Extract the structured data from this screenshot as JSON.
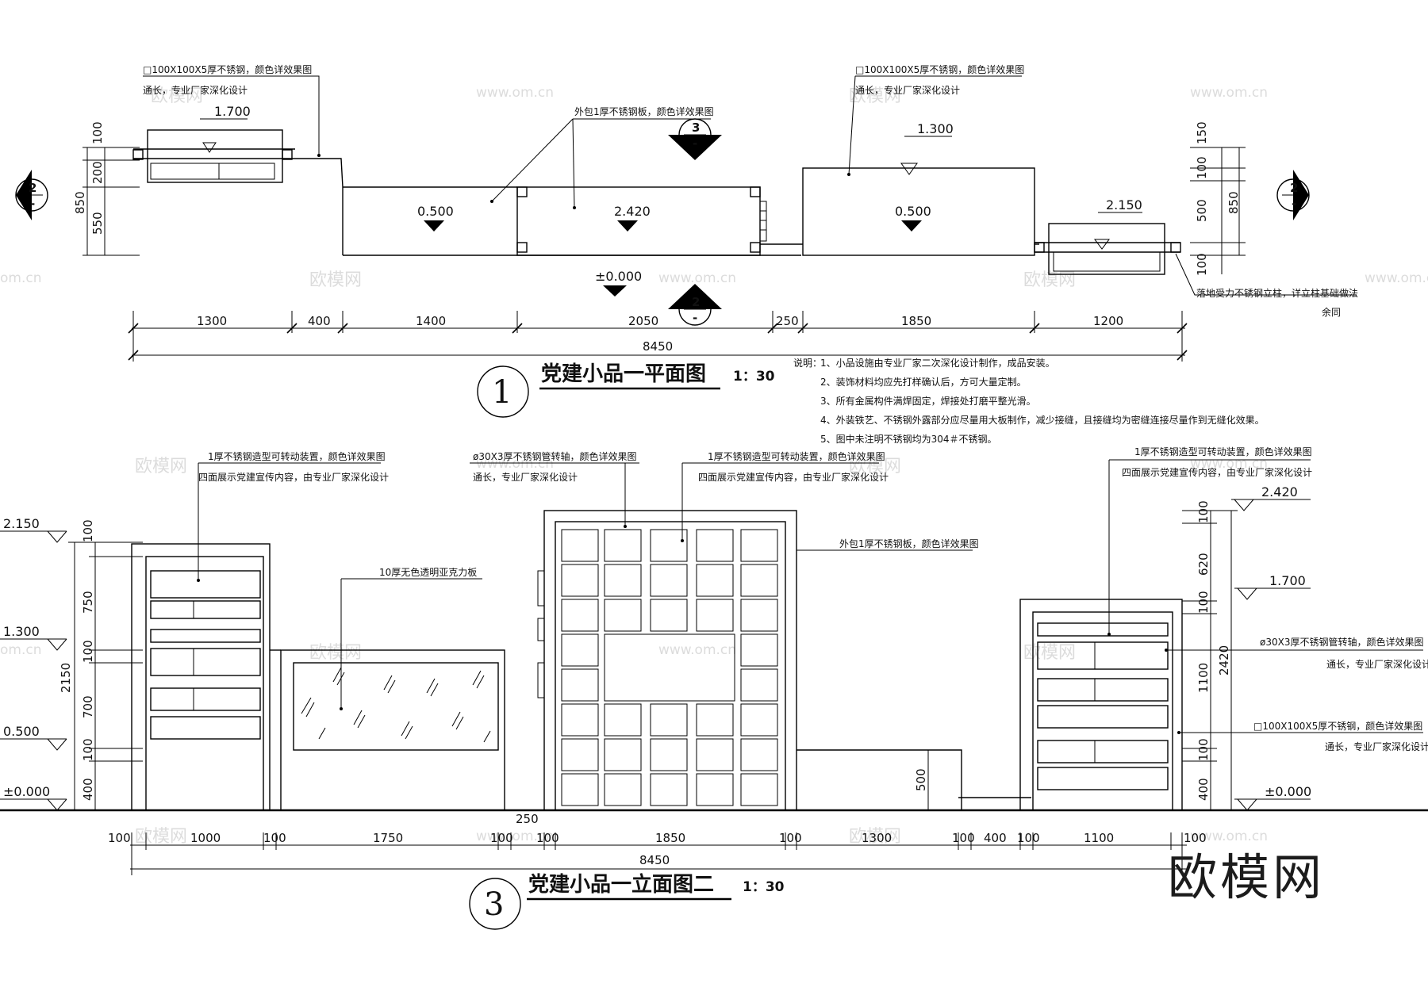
{
  "plan": {
    "title": "党建小品一平面图",
    "scale": "1：30",
    "number": "1",
    "notes_label": "说明：",
    "notes": [
      "1、小品设施由专业厂家二次深化设计制作，成品安装。",
      "2、装饰材料均应先打样确认后，方可大量定制。",
      "3、所有金属构件满焊固定，焊接处打磨平整光滑。",
      "4、外装铁艺、不锈钢外露部分应尽量用大板制作，减少接缝，且接缝均为密缝连接尽量作到无缝化效果。",
      "5、图中未注明不锈钢均为304＃不锈钢。"
    ],
    "annotations": {
      "steel_left_1": "□100X100X5厚不锈钢，颜色详效果图",
      "steel_left_2": "通长，专业厂家深化设计",
      "steel_right_1": "□100X100X5厚不锈钢，颜色详效果图",
      "steel_right_2": "通长，专业厂家深化设计",
      "cladding": "外包1厚不锈钢板，颜色详效果图",
      "column_1": "落地受力不锈钢立柱，详立柱基础做法",
      "column_2": "余同"
    },
    "elevations": {
      "e1": "1.700",
      "e2": "0.500",
      "e3": "2.420",
      "e4": "1.300",
      "e5": "0.500",
      "e6": "2.150",
      "e7": "±0.000"
    },
    "section_marks": {
      "left": "2",
      "right": "2",
      "top": "3",
      "bottom": "2",
      "dash": "-"
    },
    "left_dims": [
      "100",
      "200",
      "550"
    ],
    "left_total": "850",
    "right_dims": [
      "150",
      "100",
      "500",
      "100"
    ],
    "right_total": "850",
    "bottom_dims": [
      "1300",
      "400",
      "1400",
      "2050",
      "250",
      "1850",
      "1200"
    ],
    "bottom_total": "8450"
  },
  "elevation": {
    "title": "党建小品一立面图二",
    "scale": "1：30",
    "number": "3",
    "annotations": {
      "rot_left_1": "1厚不锈钢造型可转动装置，颜色详效果图",
      "rot_left_2": "四面展示党建宣传内容，由专业厂家深化设计",
      "pipe_1": "ø30X3厚不锈钢管转轴，颜色详效果图",
      "pipe_2": "通长，专业厂家深化设计",
      "rot_mid_1": "1厚不锈钢造型可转动装置，颜色详效果图",
      "rot_mid_2": "四面展示党建宣传内容，由专业厂家深化设计",
      "acrylic": "10厚无色透明亚克力板",
      "cladding": "外包1厚不锈钢板，颜色详效果图",
      "rot_right_1": "1厚不锈钢造型可转动装置，颜色详效果图",
      "rot_right_2": "四面展示党建宣传内容，由专业厂家深化设计",
      "pipe_r_1": "ø30X3厚不锈钢管转轴，颜色详效果图",
      "pipe_r_2": "通长，专业厂家深化设计",
      "steel_r_1": "□100X100X5厚不锈钢，颜色详效果图",
      "steel_r_2": "通长，专业厂家深化设计"
    },
    "elevations_left": [
      "2.150",
      "1.300",
      "0.500",
      "±0.000"
    ],
    "elevations_right": [
      "2.420",
      "1.700",
      "±0.000"
    ],
    "left_dims": [
      "100",
      "750",
      "100",
      "700",
      "100",
      "400"
    ],
    "left_total": "2150",
    "right_dims": [
      "100",
      "620",
      "100",
      "1100",
      "100",
      "400"
    ],
    "right_total": "2420",
    "mid_dim": "500",
    "gap_dim": "250",
    "bottom_dims": [
      "100",
      "1000",
      "100",
      "1750",
      "100",
      "100",
      "1850",
      "100",
      "1300",
      "100",
      "400",
      "100",
      "1100",
      "100"
    ],
    "bottom_total": "8450"
  },
  "watermarks": {
    "logo_small": "欧模网",
    "url": "www.om.cn",
    "url_short": "om.cn",
    "logo_big": "欧模网"
  }
}
